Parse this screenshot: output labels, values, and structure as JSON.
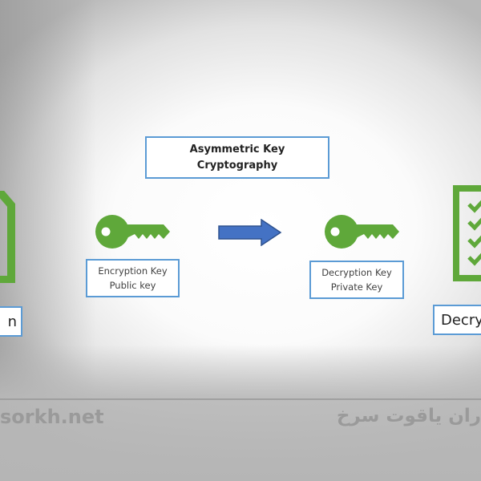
{
  "title": {
    "line1": "Asymmetric Key",
    "line2": "Cryptography"
  },
  "encryption_key": {
    "line1": "Encryption Key",
    "line2": "Public key"
  },
  "decryption_key": {
    "line1": "Decryption Key",
    "line2": "Private Key"
  },
  "left_label": "n",
  "right_label": "Decry",
  "watermark": {
    "left": "sorkh.net",
    "right": "ران یاقوت سرخ"
  },
  "colors": {
    "green": "#5fa83a",
    "blue": "#4472c4",
    "border": "#5b9bd5"
  }
}
